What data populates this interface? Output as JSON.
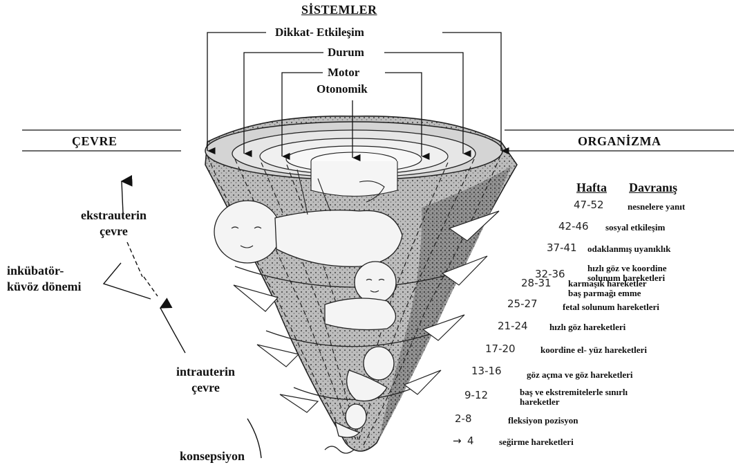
{
  "title": "SİSTEMLER",
  "systems": [
    "Dikkat- Etkileşim",
    "Durum",
    "Motor",
    "Otonomik"
  ],
  "left_heading": "ÇEVRE",
  "right_heading": "ORGANİZMA",
  "column_headers": {
    "week": "Hafta",
    "behavior": "Davranış"
  },
  "left_labels": {
    "ekstrauterin": "ekstrauterin\nçevre",
    "inkubator": "inkübatör-\nküvöz dönemi",
    "intrauterin": "intrauterin\nçevre",
    "konsepsiyon": "konsepsiyon"
  },
  "stages": [
    {
      "week": "47-52",
      "behavior": "nesnelere yanıt"
    },
    {
      "week": "42-46",
      "behavior": "sosyal etkileşim"
    },
    {
      "week": "37-41",
      "behavior": "odaklanmış uyanıklık"
    },
    {
      "week": "32-36",
      "behavior": "hızlı göz ve koordine\nsolunum hareketleri"
    },
    {
      "week": "28-31",
      "behavior": "karmaşık hareketler\nbaş parmağı emme"
    },
    {
      "week": "25-27",
      "behavior": "fetal solunum hareketleri"
    },
    {
      "week": "21-24",
      "behavior": "hızlı göz hareketleri"
    },
    {
      "week": "17-20",
      "behavior": "koordine el- yüz hareketleri"
    },
    {
      "week": "13-16",
      "behavior": "göz açma ve göz hareketleri"
    },
    {
      "week": "9-12",
      "behavior": "baş ve ekstremitelerle sınırlı\nhareketler"
    },
    {
      "week": "2-8",
      "behavior": "fleksiyon pozisyon"
    },
    {
      "week": "4",
      "behavior": "seğirme hareketleri"
    }
  ]
}
